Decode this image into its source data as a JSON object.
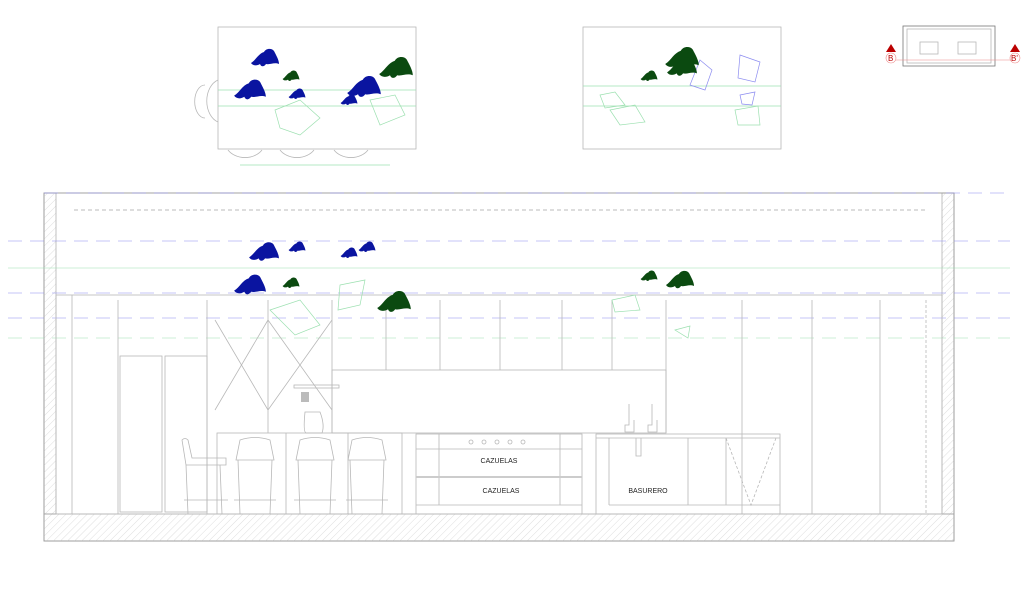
{
  "drawing": {
    "section_marker_left": "B",
    "section_marker_right": "B'",
    "labels": {
      "drawer_upper": "CAZUELAS",
      "drawer_lower": "CAZUELAS",
      "trash": "BASURERO"
    }
  },
  "colors": {
    "plant_blue": "#0a14a0",
    "plant_green": "#0b4a10",
    "guide_blue": "#8c8cf0",
    "guide_green": "#9ce0b0",
    "section_red": "#b00000"
  }
}
